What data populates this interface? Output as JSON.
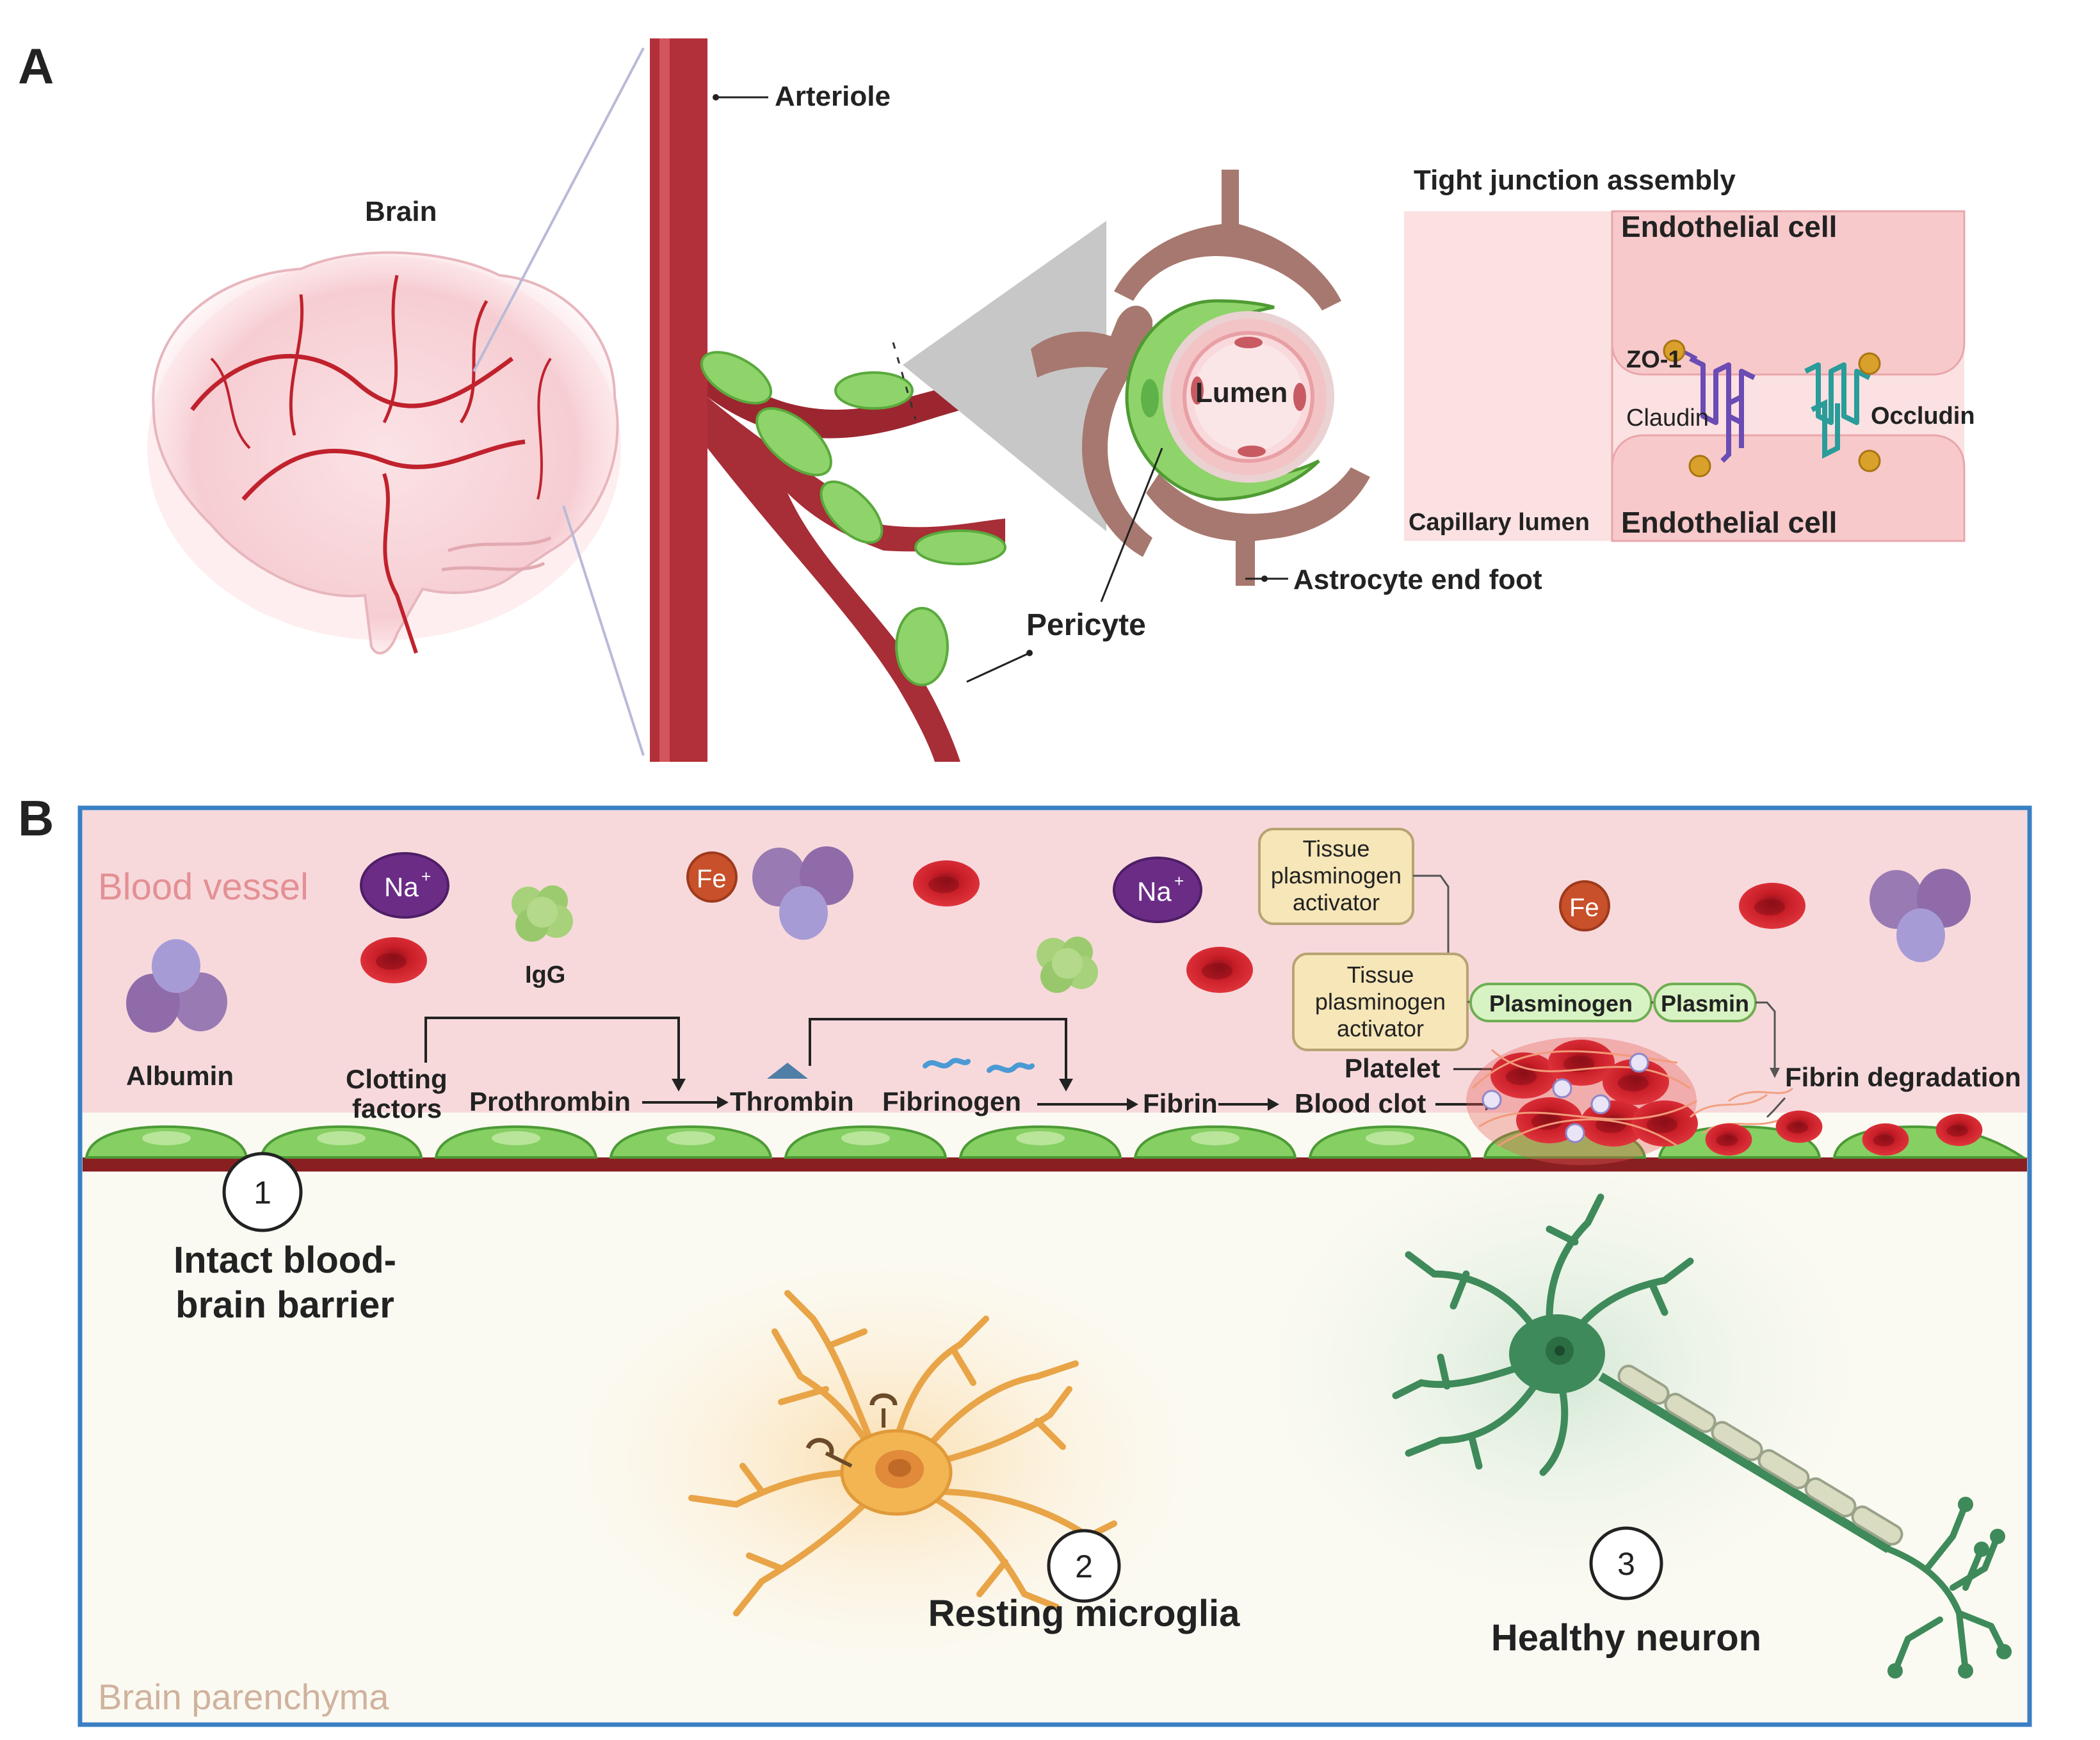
{
  "panel_a": {
    "letter": "A",
    "brain": "Brain",
    "arteriole": "Arteriole",
    "pericyte": "Pericyte",
    "lumen": "Lumen",
    "astrocyte": "Astrocyte end foot",
    "tight_junction": {
      "title": "Tight junction assembly",
      "endothelial_top": "Endothelial cell",
      "endothelial_bottom": "Endothelial cell",
      "zo1": "ZO-1",
      "claudin": "Claudin",
      "occludin": "Occludin",
      "capillary_lumen": "Capillary lumen"
    }
  },
  "panel_b": {
    "letter": "B",
    "blood_vessel": "Blood vessel",
    "brain_parenchyma": "Brain parenchyma",
    "na": "Na",
    "na_sup": "+",
    "fe": "Fe",
    "igg": "IgG",
    "albumin": "Albumin",
    "clotting_1": "Clotting",
    "clotting_2": "factors",
    "prothrombin": "Prothrombin",
    "thrombin": "Thrombin",
    "fibrinogen": "Fibrinogen",
    "fibrin": "Fibrin",
    "blood_clot": "Blood clot",
    "platelet": "Platelet",
    "tpa_1": "Tissue",
    "tpa_2": "plasminogen",
    "tpa_3": "activator",
    "plasminogen": "Plasminogen",
    "plasmin": "Plasmin",
    "fibrin_degradation": "Fibrin degradation",
    "step1_num": "1",
    "step1_line1": "Intact blood-",
    "step1_line2": "brain barrier",
    "step2_num": "2",
    "step2_label": "Resting microglia",
    "step3_num": "3",
    "step3_label": "Healthy neuron"
  },
  "colors": {
    "vessel_red": "#b2303a",
    "pericyte_green": "#8fd46a",
    "endothelial_green": "#86cf63",
    "blood_pink": "#f7d9dc",
    "rbc_red": "#d0202a",
    "microglia_orange": "#f2b552",
    "neuron_green": "#3f8a5a",
    "panel_border": "#3a7fc4"
  }
}
